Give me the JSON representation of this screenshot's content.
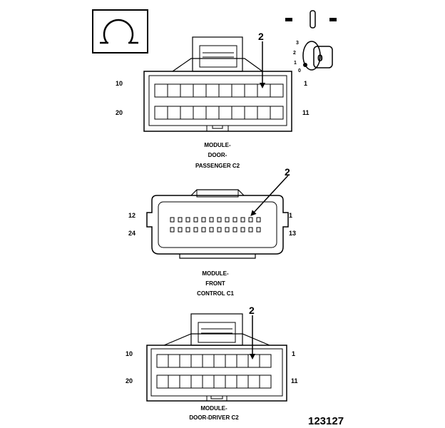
{
  "ignition": {
    "off_label": "0",
    "positions": [
      "3",
      "2",
      "1",
      "0"
    ]
  },
  "connectors": [
    {
      "caption": [
        "MODULE-",
        "DOOR-",
        "PASSENGER C2"
      ],
      "pins": {
        "top_left": "10",
        "top_right": "1",
        "bottom_left": "20",
        "bottom_right": "11"
      },
      "callout": "2"
    },
    {
      "caption": [
        "MODULE-",
        "FRONT",
        "CONTROL C1"
      ],
      "pins": {
        "top_left": "12",
        "top_right": "1",
        "bottom_left": "24",
        "bottom_right": "13"
      },
      "callout": "2"
    },
    {
      "caption": [
        "MODULE-",
        "DOOR-DRIVER C2"
      ],
      "pins": {
        "top_left": "10",
        "top_right": "1",
        "bottom_left": "20",
        "bottom_right": "11"
      },
      "callout": "2"
    }
  ],
  "figure_number": "123127",
  "colors": {
    "line": "#000000",
    "background": "#ffffff"
  }
}
